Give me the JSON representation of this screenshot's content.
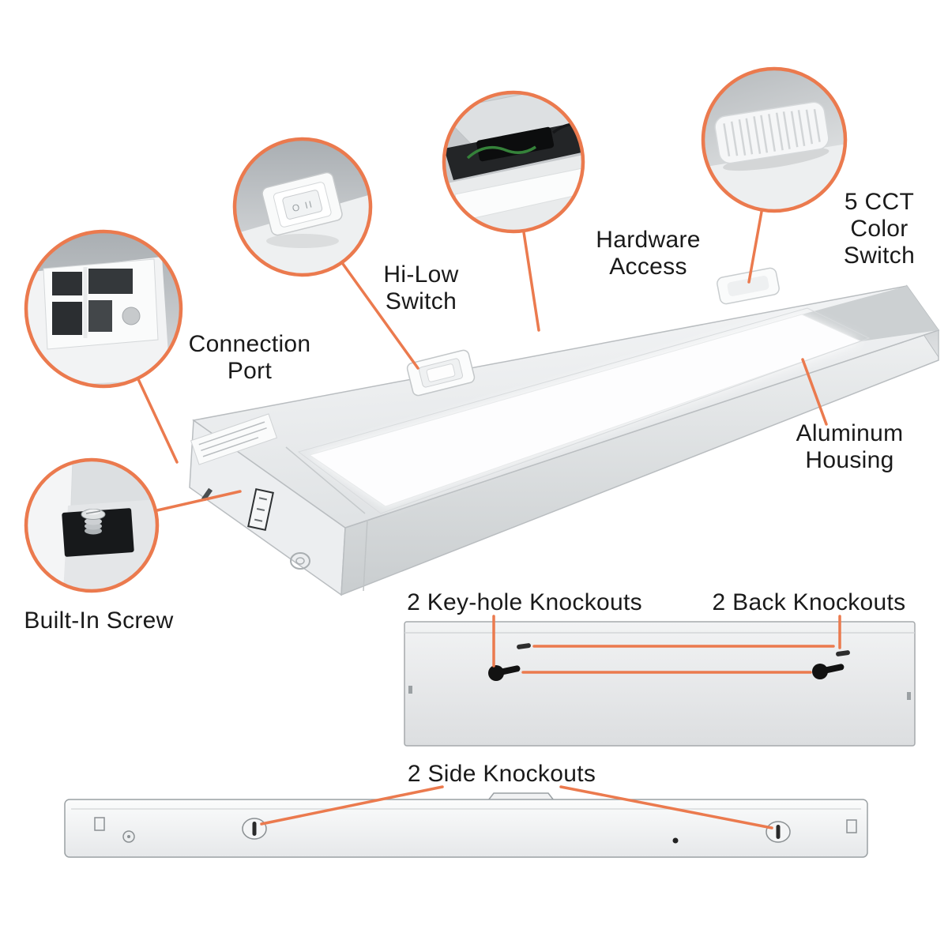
{
  "colors": {
    "accent": "#EB7A4E",
    "text": "#1a1a1a",
    "lens": "#fdfdfe",
    "housing_gray": "#ccd0d2"
  },
  "labels": {
    "connection_port": "Connection\nPort",
    "hi_low_switch": "Hi-Low\nSwitch",
    "hardware_access": "Hardware\nAccess",
    "cct_color_switch": "5 CCT\nColor\nSwitch",
    "aluminum_housing": "Aluminum\nHousing",
    "built_in_screw": "Built-In Screw",
    "keyhole_knockouts": "2 Key-hole Knockouts",
    "back_knockouts": "2 Back Knockouts",
    "side_knockouts": "2 Side Knockouts"
  },
  "fixture": {
    "rocker_markings": "O II"
  },
  "callouts": [
    {
      "icon": "connection-port-detail-icon",
      "label_key": "connection_port"
    },
    {
      "icon": "hi-low-switch-detail-icon",
      "label_key": "hi_low_switch"
    },
    {
      "icon": "hardware-access-detail-icon",
      "label_key": "hardware_access"
    },
    {
      "icon": "cct-color-switch-detail-icon",
      "label_key": "cct_color_switch"
    },
    {
      "icon": "built-in-screw-detail-icon",
      "label_key": "built_in_screw"
    }
  ]
}
